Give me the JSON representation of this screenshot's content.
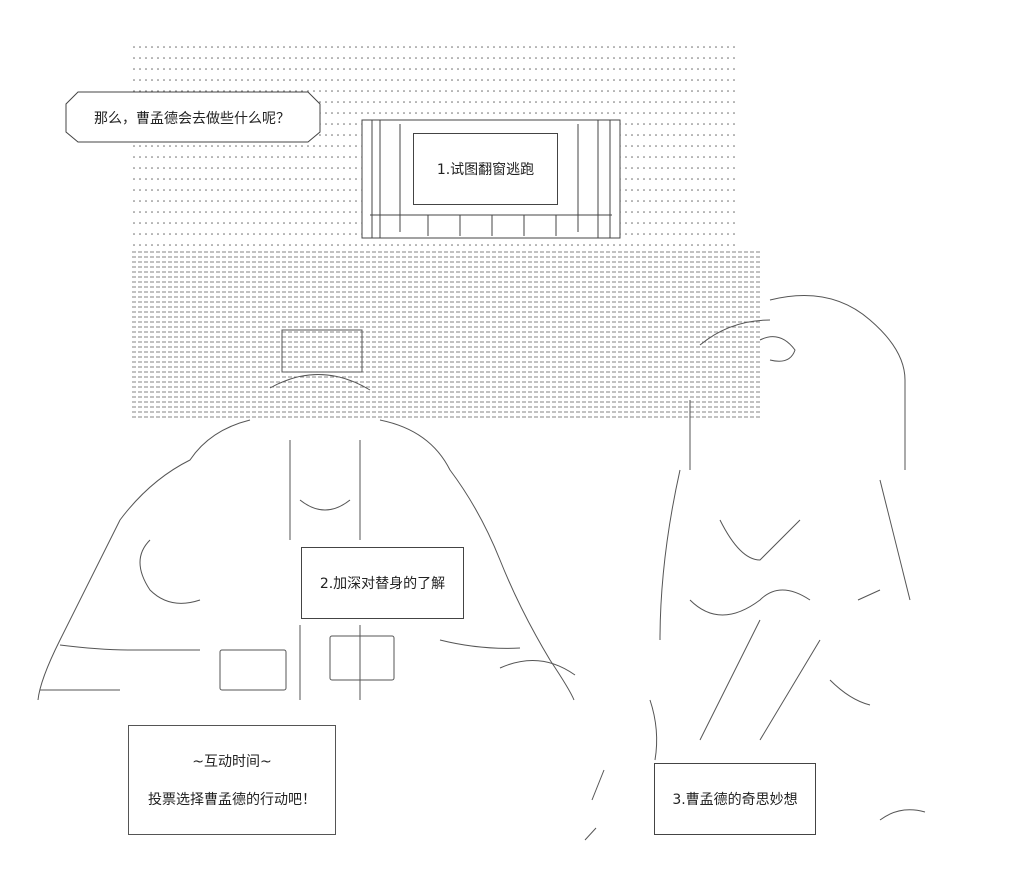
{
  "speech": {
    "text": "那么，曹孟德会去做些什么呢？"
  },
  "captions": {
    "option1": "1.试图翻窗逃跑",
    "option2": "2.加深对替身的了解",
    "option3": "3.曹孟德的奇思妙想"
  },
  "vote": {
    "title": "~互动时间~",
    "prompt": "投票选择曹孟德的行动吧！"
  },
  "colors": {
    "ink": "#222222",
    "line": "#444444",
    "background": "#ffffff"
  }
}
